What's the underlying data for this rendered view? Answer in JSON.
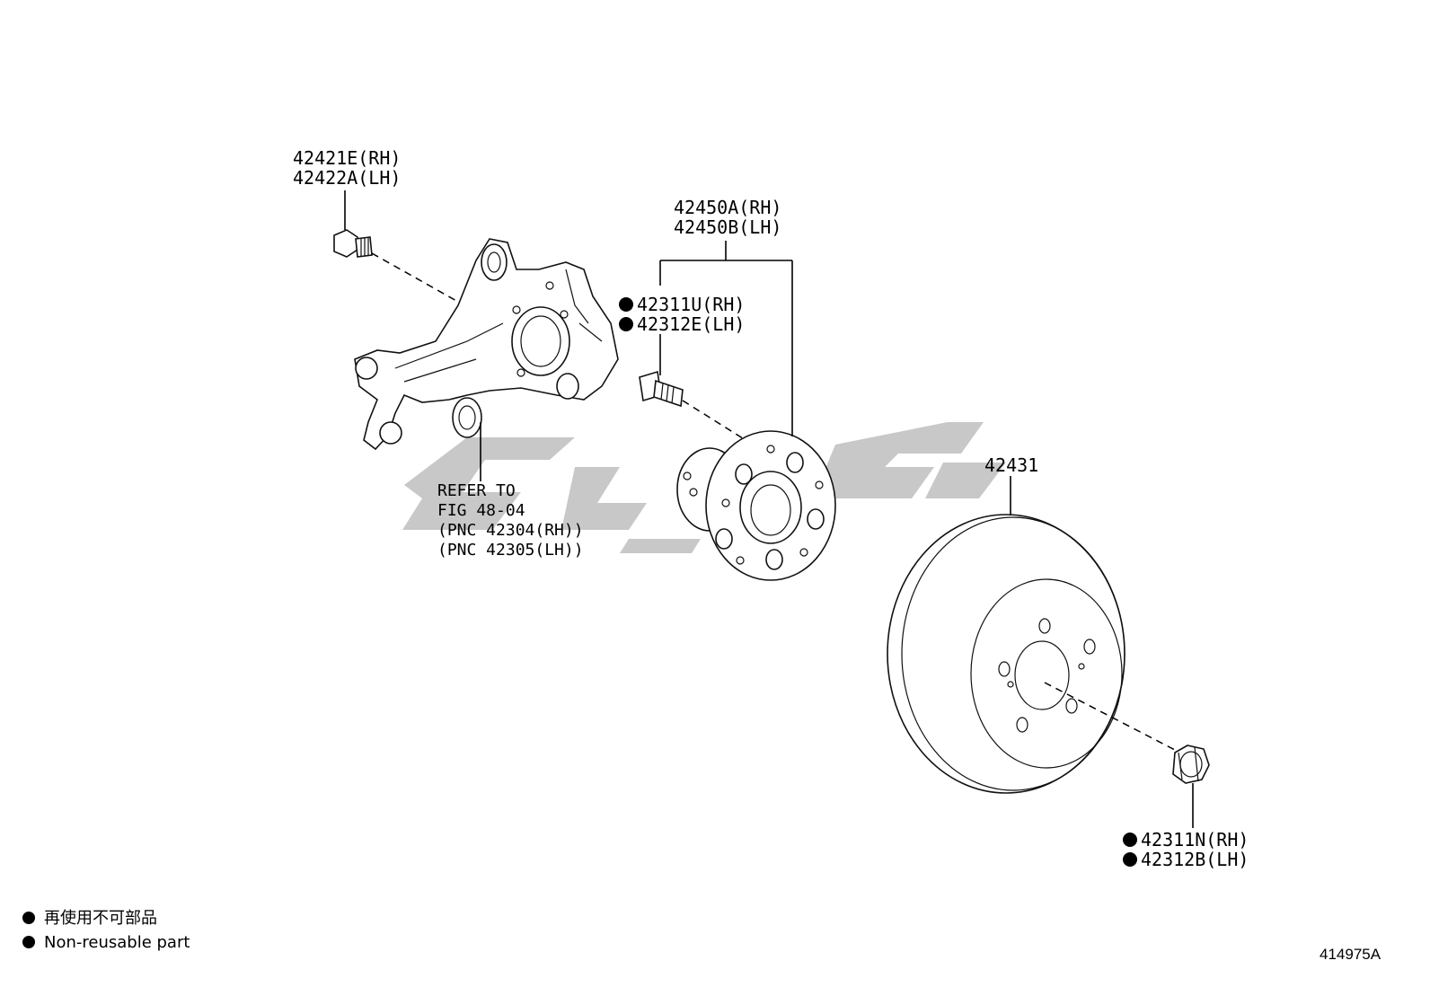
{
  "callouts": {
    "knuckle_bolt": [
      "42421E(RH)",
      "42422A(LH)"
    ],
    "hub_assembly": [
      "42450A(RH)",
      "42450B(LH)"
    ],
    "hub_bolt": [
      "42311U(RH)",
      "42312E(LH)"
    ],
    "disc": "42431",
    "hub_nut": [
      "42311N(RH)",
      "42312B(LH)"
    ]
  },
  "refer_note": [
    "REFER TO",
    "FIG 48-04",
    "(PNC 42304(RH))",
    "(PNC 42305(LH))"
  ],
  "legend": {
    "line_jp": "再使用不可部品",
    "line_en": "Non-reusable part"
  },
  "figure_id": "414975A",
  "colors": {
    "line": "#111111",
    "watermark": "#c8c8c8",
    "background": "#ffffff"
  }
}
